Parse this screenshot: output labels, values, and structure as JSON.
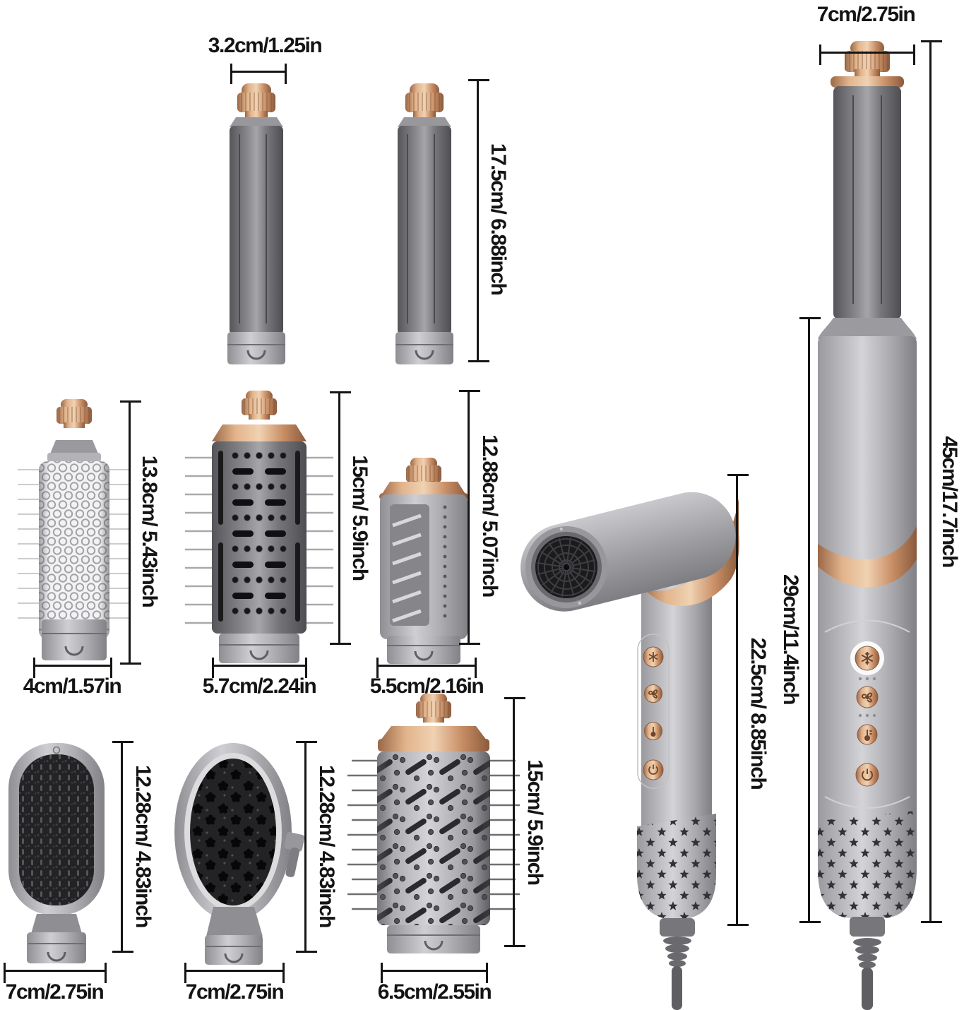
{
  "dims": {
    "barrel_width": "3.2cm/1.25in",
    "barrel_height": "17.5cm/ 6.88inch",
    "styler_width": "7cm/2.75in",
    "styler_total_height": "45cm/17.7inch",
    "styler_body_height": "29cm/11.4inch",
    "dryer_height": "22.5cm/ 8.85inch",
    "mesh_brush_height": "13.8cm/ 5.43inch",
    "mesh_brush_width": "4cm/1.57in",
    "bristle_brush_height": "15cm/ 5.9inch",
    "bristle_brush_width": "5.7cm/2.24in",
    "vane_curler_height": "12.88cm/ 5.07inch",
    "vane_curler_width": "5.5cm/2.16in",
    "paddle_brush_height": "12.28cm/ 4.83inch",
    "paddle_brush_width": "7cm/2.75in",
    "oval_brush_height": "12.28cm/ 4.83inch",
    "oval_brush_width": "7cm/2.75in",
    "round_brush_height": "15cm/ 5.9inch",
    "round_brush_width": "6.5cm/2.55in"
  },
  "icons": {
    "styler_buttons": [
      "snowflake-icon",
      "fan-icon",
      "thermometer-icon",
      "power-icon"
    ],
    "dryer_buttons": [
      "snowflake-icon",
      "fan-icon",
      "thermometer-icon",
      "power-icon"
    ]
  },
  "colors": {
    "copper": "#cf9672",
    "metal_light": "#cfcfd3",
    "metal": "#9a9a9e",
    "metal_dark": "#6f6f73",
    "annotation": "#141414",
    "background": "#ffffff"
  }
}
